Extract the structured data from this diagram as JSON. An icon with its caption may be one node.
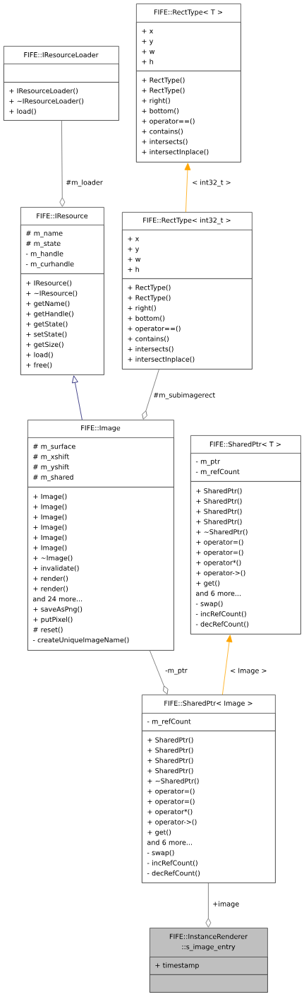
{
  "diagram": {
    "nodes": [
      {
        "text": [
          "FIFE::RectType< T >"
        ]
      },
      {
        "text": [
          "+ x",
          "+ y",
          "+ w",
          "+ h"
        ],
        "in": 0
      },
      {
        "text": [
          "+ RectType()",
          "+ RectType()",
          "+ right()",
          "+ bottom()",
          "+ operator==()",
          "+ contains()",
          "+ intersects()",
          "+ intersectInplace()"
        ],
        "in": 0
      },
      {
        "text": [
          "FIFE::IResourceLoader"
        ]
      },
      {
        "text": [],
        "shape": "box",
        "in": 3
      },
      {
        "text": [
          "+ IResourceLoader()",
          "+ ~IResourceLoader()",
          "+ load()"
        ],
        "in": 3
      },
      {
        "text": [
          "FIFE::IResource"
        ]
      },
      {
        "text": [
          "# m_name",
          "# m_state",
          "- m_handle",
          "- m_curhandle"
        ],
        "in": 6
      },
      {
        "text": [
          "+ IResource()",
          "+ ~IResource()",
          "+ getName()",
          "+ getHandle()",
          "+ getState()",
          "+ setState()",
          "+ getSize()",
          "+ load()",
          "+ free()"
        ],
        "in": 6
      },
      {
        "text": [
          "FIFE::RectType< int32_t >"
        ]
      },
      {
        "text": [
          "+ x",
          "+ y",
          "+ w",
          "+ h"
        ],
        "in": 9
      },
      {
        "text": [
          "+ RectType()",
          "+ RectType()",
          "+ right()",
          "+ bottom()",
          "+ operator==()",
          "+ contains()",
          "+ intersects()",
          "+ intersectInplace()"
        ],
        "in": 9
      },
      {
        "text": [
          "FIFE::Image"
        ]
      },
      {
        "text": [
          "# m_surface",
          "# m_xshift",
          "# m_yshift",
          "# m_shared"
        ],
        "in": 12
      },
      {
        "text": [
          "+ Image()",
          "+ Image()",
          "+ Image()",
          "+ Image()",
          "+ Image()",
          "+ Image()",
          "+ ~Image()",
          "+ invalidate()",
          "+ render()",
          "+ render()",
          "and 24 more...",
          "+ saveAsPng()",
          "+ putPixel()",
          "# reset()",
          "- createUniqueImageName()"
        ],
        "in": 12
      },
      {
        "text": [
          "FIFE::SharedPtr< T >"
        ]
      },
      {
        "text": [
          "- m_ptr",
          "- m_refCount"
        ],
        "in": 15
      },
      {
        "text": [
          "+ SharedPtr()",
          "+ SharedPtr()",
          "+ SharedPtr()",
          "+ SharedPtr()",
          "+ ~SharedPtr()",
          "+ operator=()",
          "+ operator=()",
          "+ operator*()",
          "+ operator->()",
          "+ get()",
          "and 6 more...",
          "- swap()",
          "- incRefCount()",
          "- decRefCount()"
        ],
        "in": 15
      },
      {
        "text": [
          "FIFE::SharedPtr< Image >"
        ]
      },
      {
        "text": [
          "- m_refCount"
        ],
        "in": 18
      },
      {
        "text": [
          "+ SharedPtr()",
          "+ SharedPtr()",
          "+ SharedPtr()",
          "+ SharedPtr()",
          "+ ~SharedPtr()",
          "+ operator=()",
          "+ operator=()",
          "+ operator*()",
          "+ operator->()",
          "+ get()",
          "and 6 more...",
          "- swap()",
          "- incRefCount()",
          "- decRefCount()"
        ],
        "in": 18
      },
      {
        "text": [
          "FIFE::InstanceRenderer ::s_image_entry"
        ]
      },
      {
        "text": [
          "+ timestamp"
        ],
        "in": 21
      },
      {
        "text": [],
        "shape": "box",
        "in": 21
      }
    ],
    "edges": [
      {
        "from": 3,
        "to": 6,
        "arrow": "other",
        "label": "#m_loader"
      },
      {
        "from": 9,
        "to": 0,
        "arrow": "to",
        "color": "#ffa500",
        "label": "< int32_t >"
      },
      {
        "from": 12,
        "to": 6,
        "arrow": "to",
        "color": "#191970"
      },
      {
        "from": 9,
        "to": 12,
        "arrow": "other",
        "label": "#m_subimagerect"
      },
      {
        "from": 12,
        "to": 18,
        "arrow": "other",
        "label": "-m_ptr"
      },
      {
        "from": 18,
        "to": 15,
        "arrow": "to",
        "color": "#ffa500",
        "label": "< Image >"
      },
      {
        "from": 18,
        "to": 21,
        "arrow": "other",
        "label": "+image"
      }
    ]
  }
}
